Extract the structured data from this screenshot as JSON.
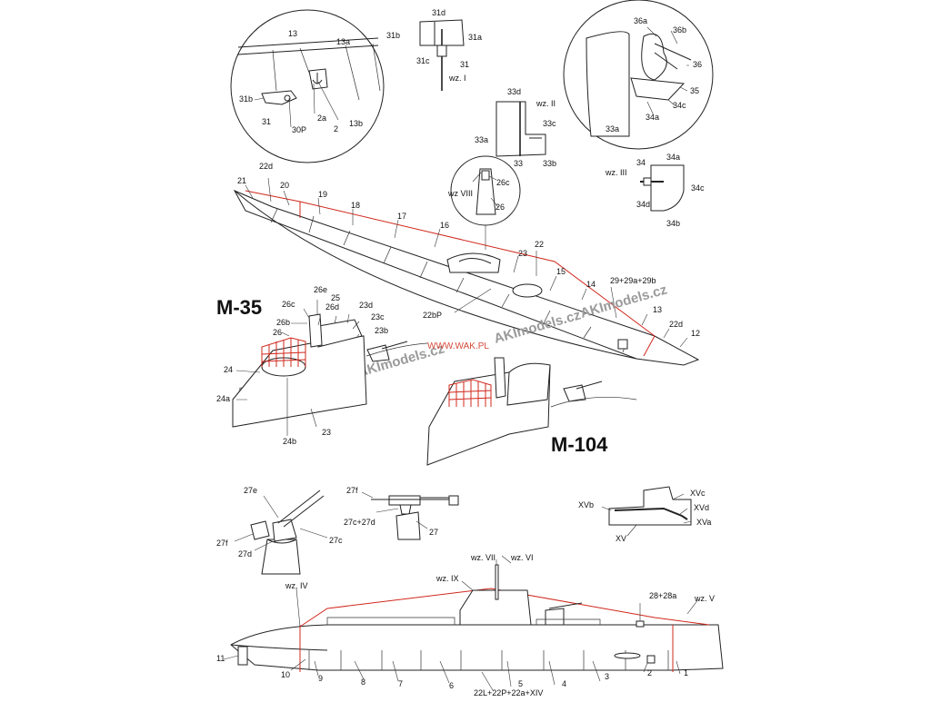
{
  "titles": {
    "m35": "M-35",
    "m104": "M-104"
  },
  "watermarks": {
    "akimodels": "AKImodels.cz",
    "wak": "WWW.WAK.PL"
  },
  "detail_top_left": {
    "labels": [
      "13",
      "13a",
      "31b",
      "31",
      "30P",
      "2a",
      "2",
      "13b"
    ]
  },
  "detail_31": {
    "labels": [
      "31d",
      "31b",
      "31a",
      "31c",
      "31",
      "wz. I"
    ]
  },
  "detail_33": {
    "labels": [
      "33d",
      "wz. II",
      "33c",
      "33a",
      "33",
      "33b"
    ]
  },
  "detail_36": {
    "labels": [
      "36a",
      "36b",
      "36",
      "35",
      "34c",
      "34a",
      "33a"
    ]
  },
  "detail_34": {
    "labels": [
      "34",
      "34a",
      "wz. III",
      "34c",
      "34d",
      "34b"
    ]
  },
  "detail_26": {
    "labels": [
      "wz VIII",
      "26c",
      "26"
    ]
  },
  "top_hull": {
    "labels": [
      "21",
      "22d",
      "20",
      "19",
      "18",
      "17",
      "16",
      "23",
      "22",
      "15",
      "14",
      "29+29a+29b",
      "13",
      "22d",
      "12",
      "22bP"
    ]
  },
  "m35_tower": {
    "labels": [
      "26e",
      "26c",
      "25",
      "26d",
      "23d",
      "26b",
      "23c",
      "26",
      "23b",
      "24",
      "24a",
      "24b",
      "23"
    ]
  },
  "gun_27": {
    "labels": [
      "27e",
      "27f",
      "27d",
      "27c"
    ]
  },
  "gun_27_side": {
    "labels": [
      "27f",
      "27c+27d",
      "27"
    ]
  },
  "detail_xv": {
    "labels": [
      "XVb",
      "XVc",
      "XVd",
      "XVa",
      "XV"
    ]
  },
  "side_hull": {
    "labels": [
      "wz. VII",
      "wz. VI",
      "wz. IX",
      "wz. IV",
      "28+28a",
      "wz. V",
      "11",
      "10",
      "9",
      "8",
      "7",
      "6",
      "5",
      "4",
      "3",
      "2",
      "1",
      "22L+22P+22a+XIV"
    ]
  }
}
